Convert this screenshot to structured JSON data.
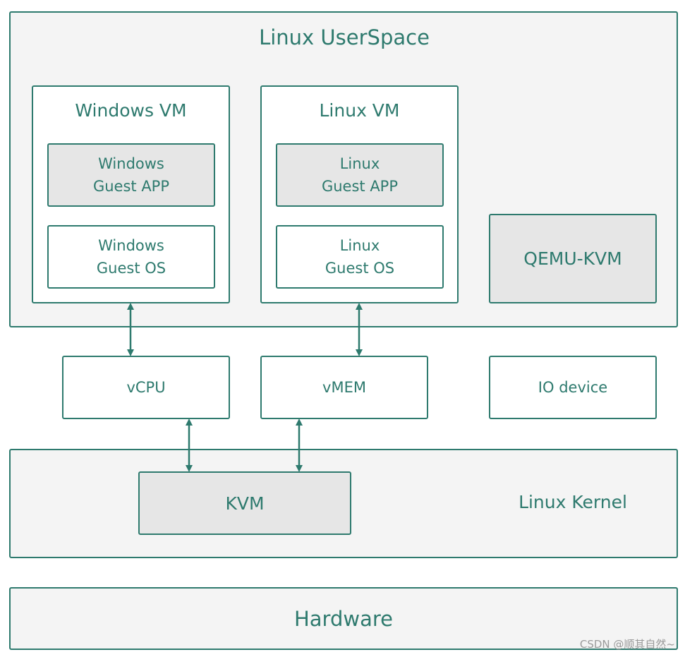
{
  "userspace": {
    "title": "Linux UserSpace"
  },
  "windows_vm": {
    "title": "Windows VM",
    "app": {
      "line1": "Windows",
      "line2": "Guest APP"
    },
    "os": {
      "line1": "Windows",
      "line2": "Guest OS"
    }
  },
  "linux_vm": {
    "title": "Linux VM",
    "app": {
      "line1": "Linux",
      "line2": "Guest APP"
    },
    "os": {
      "line1": "Linux",
      "line2": "Guest OS"
    }
  },
  "qemu": {
    "label": "QEMU-KVM"
  },
  "vcpu": {
    "label": "vCPU"
  },
  "vmem": {
    "label": "vMEM"
  },
  "io": {
    "label": "IO device"
  },
  "kernel": {
    "title": "Linux Kernel",
    "kvm_label": "KVM"
  },
  "hardware": {
    "label": "Hardware"
  },
  "watermark": "CSDN @顺其自然~",
  "colors": {
    "accent": "#2e7a6e",
    "light_fill": "#f4f4f4",
    "gray_fill": "#e6e6e6"
  }
}
